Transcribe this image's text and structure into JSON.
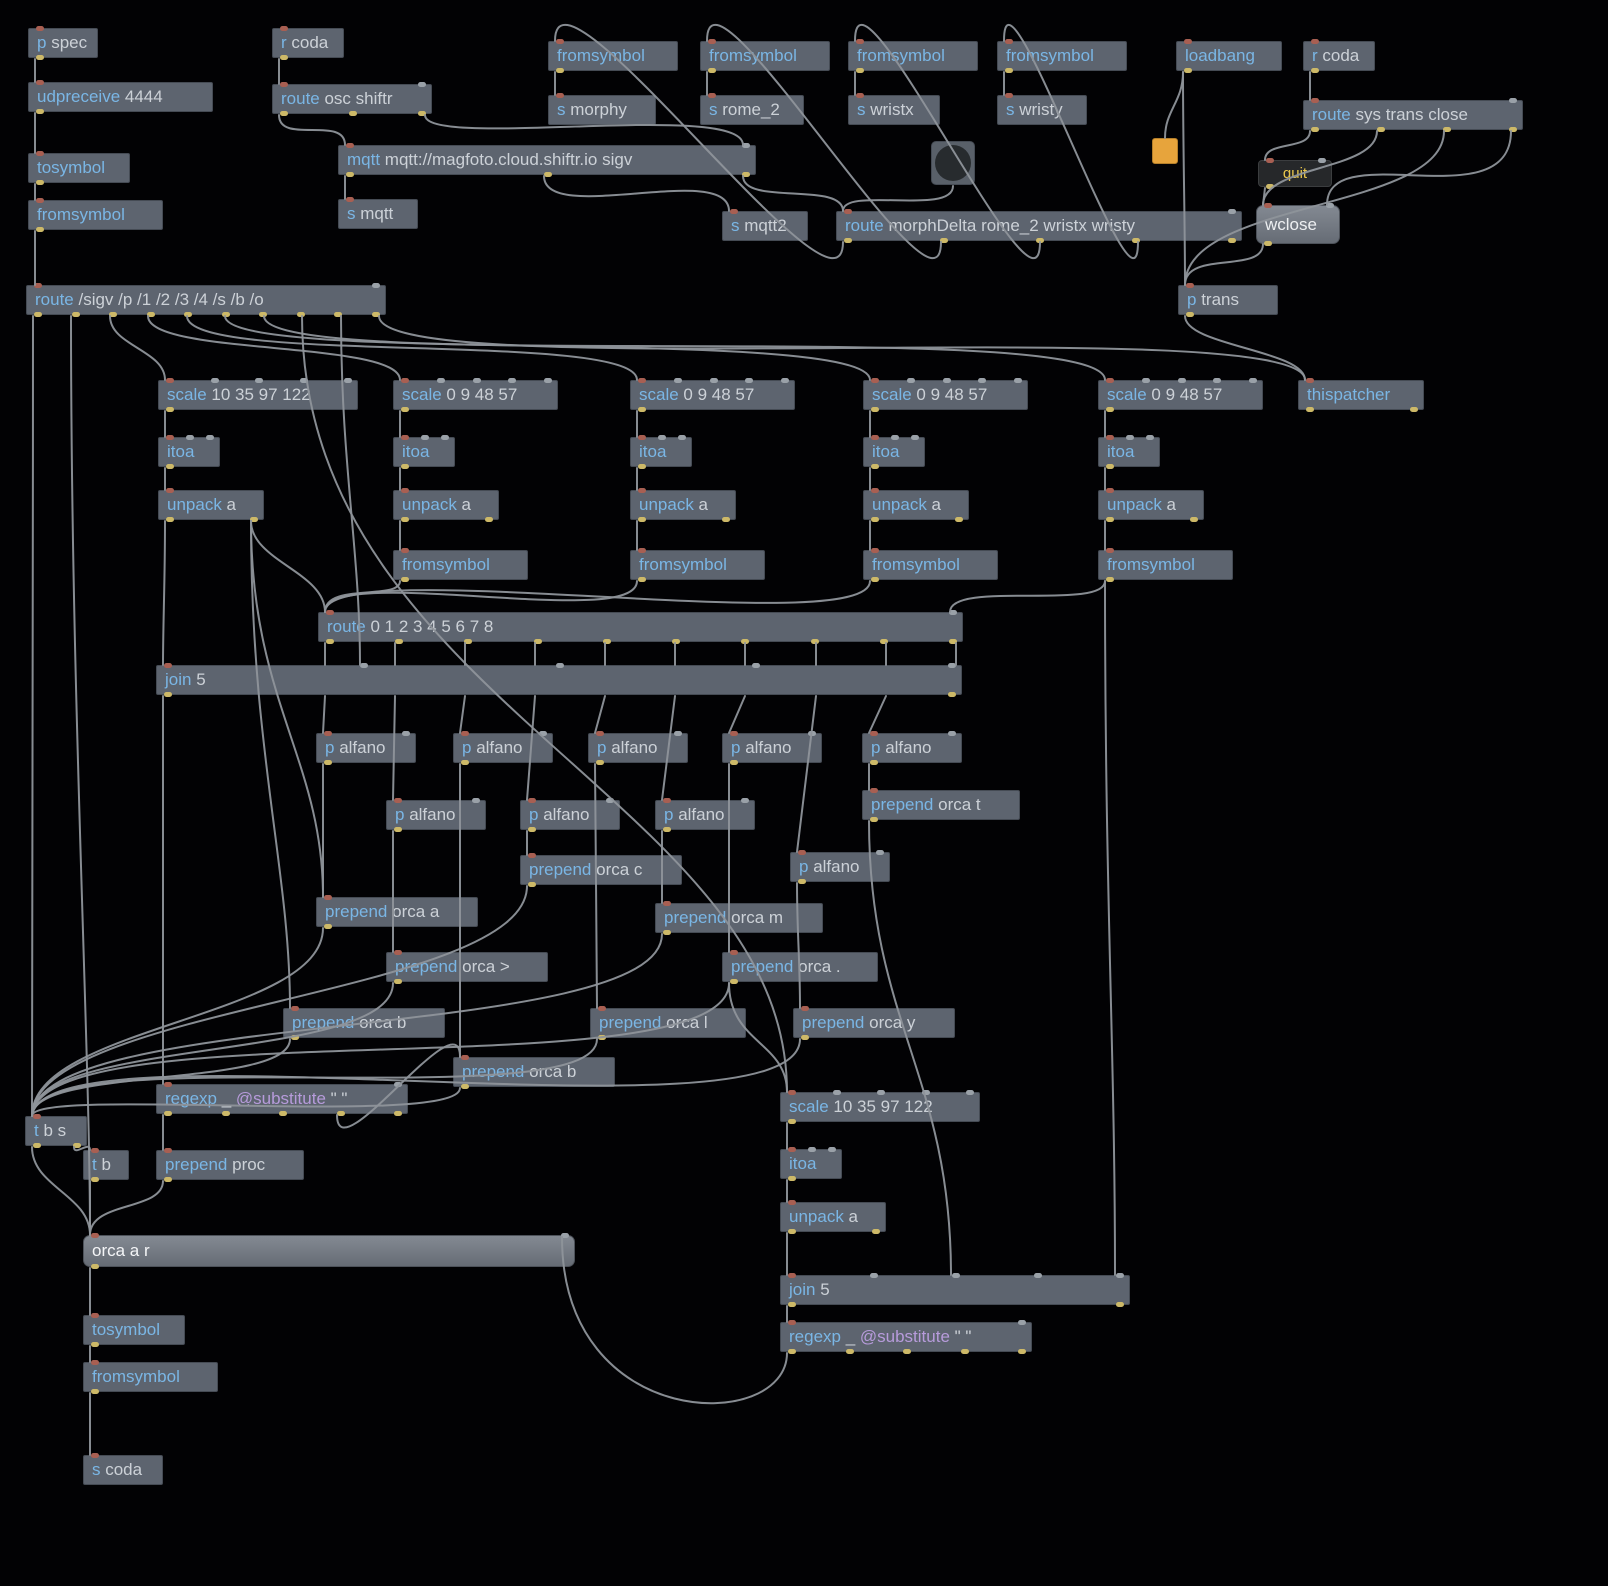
{
  "app": "Max patcher canvas",
  "theme": {
    "background": "#000000",
    "box_background": "#5d646f",
    "keyword_color": "#7ab6e5",
    "argument_color": "#ccd1d7",
    "attribute_color": "#b79bdb",
    "message_text_color": "#edeff1",
    "quit_text_color": "#e9c64b",
    "orange_swatch_color": "#e7a43c",
    "cord_color": "#8e939a",
    "inlet_color": "#9aa1a8",
    "hot_inlet_color": "#a85f52",
    "outlet_color": "#cdb968"
  },
  "boxes": {
    "pSpec": {
      "kw": "p",
      "args": " spec"
    },
    "udpreceive": {
      "kw": "udpreceive",
      "args": " 4444"
    },
    "tosymbol": {
      "kw": "tosymbol"
    },
    "fromsymbol": {
      "kw": "fromsymbol"
    },
    "routeSigv": {
      "kw": "route",
      "args": " /sigv /p /1 /2 /3 /4 /s /b /o"
    },
    "rCoda": {
      "kw": "r",
      "args": " coda"
    },
    "routeOsc": {
      "kw": "route",
      "args": " osc shiftr"
    },
    "mqtt": {
      "kw": "mqtt",
      "args": " mqtt://magfoto.cloud.shiftr.io sigv"
    },
    "sMqtt": {
      "kw": "s",
      "args": " mqtt"
    },
    "sMorphy": {
      "kw": "s",
      "args": " morphy"
    },
    "sRome2": {
      "kw": "s",
      "args": " rome_2"
    },
    "sWristx": {
      "kw": "s",
      "args": " wristx"
    },
    "sWristy": {
      "kw": "s",
      "args": " wristy"
    },
    "loadbang": {
      "kw": "loadbang"
    },
    "routeSys": {
      "kw": "route",
      "args": " sys trans close"
    },
    "sMqtt2": {
      "kw": "s",
      "args": " mqtt2"
    },
    "routeMorph": {
      "kw": "route",
      "args": " morphDelta rome_2 wristx wristy"
    },
    "quit": {
      "text": "quit"
    },
    "wclose": {
      "text": "wclose"
    },
    "pTrans": {
      "kw": "p",
      "args": " trans"
    },
    "scale10": {
      "kw": "scale",
      "args": " 10 35 97 122"
    },
    "scale09": {
      "kw": "scale",
      "args": " 0 9 48 57"
    },
    "itoa": {
      "kw": "itoa"
    },
    "unpackA": {
      "kw": "unpack",
      "args": " a"
    },
    "thispatcher": {
      "kw": "thispatcher"
    },
    "route08": {
      "kw": "route",
      "args": " 0 1 2 3 4 5 6 7 8"
    },
    "join5": {
      "kw": "join",
      "args": " 5"
    },
    "pAlfano": {
      "kw": "p",
      "args": " alfano"
    },
    "prependOrcaT": {
      "kw": "prepend",
      "args": " orca t"
    },
    "prependOrcaC": {
      "kw": "prepend",
      "args": " orca c"
    },
    "prependOrcaA": {
      "kw": "prepend",
      "args": " orca a"
    },
    "prependOrcaM": {
      "kw": "prepend",
      "args": " orca m"
    },
    "prependOrcaGt": {
      "kw": "prepend",
      "args": " orca >"
    },
    "prependOrcaDot": {
      "kw": "prepend",
      "args": " orca ."
    },
    "prependOrcaB": {
      "kw": "prepend",
      "args": " orca b"
    },
    "prependOrcaL": {
      "kw": "prepend",
      "args": " orca l"
    },
    "prependOrcaY": {
      "kw": "prepend",
      "args": " orca y"
    },
    "prependProc": {
      "kw": "prepend",
      "args": " proc"
    },
    "regexp": {
      "kw": "regexp",
      "args": " _ ",
      "attr": "@substitute",
      "args2": " \" \""
    },
    "tbs": {
      "kw": "t",
      "args": " b s"
    },
    "tb": {
      "kw": "t",
      "args": " b"
    },
    "orca": {
      "text": "orca a r"
    },
    "sCoda": {
      "kw": "s",
      "args": " coda"
    }
  },
  "icons": {
    "bang_button": "filled-circle",
    "orange_swatch": "orange-square"
  }
}
